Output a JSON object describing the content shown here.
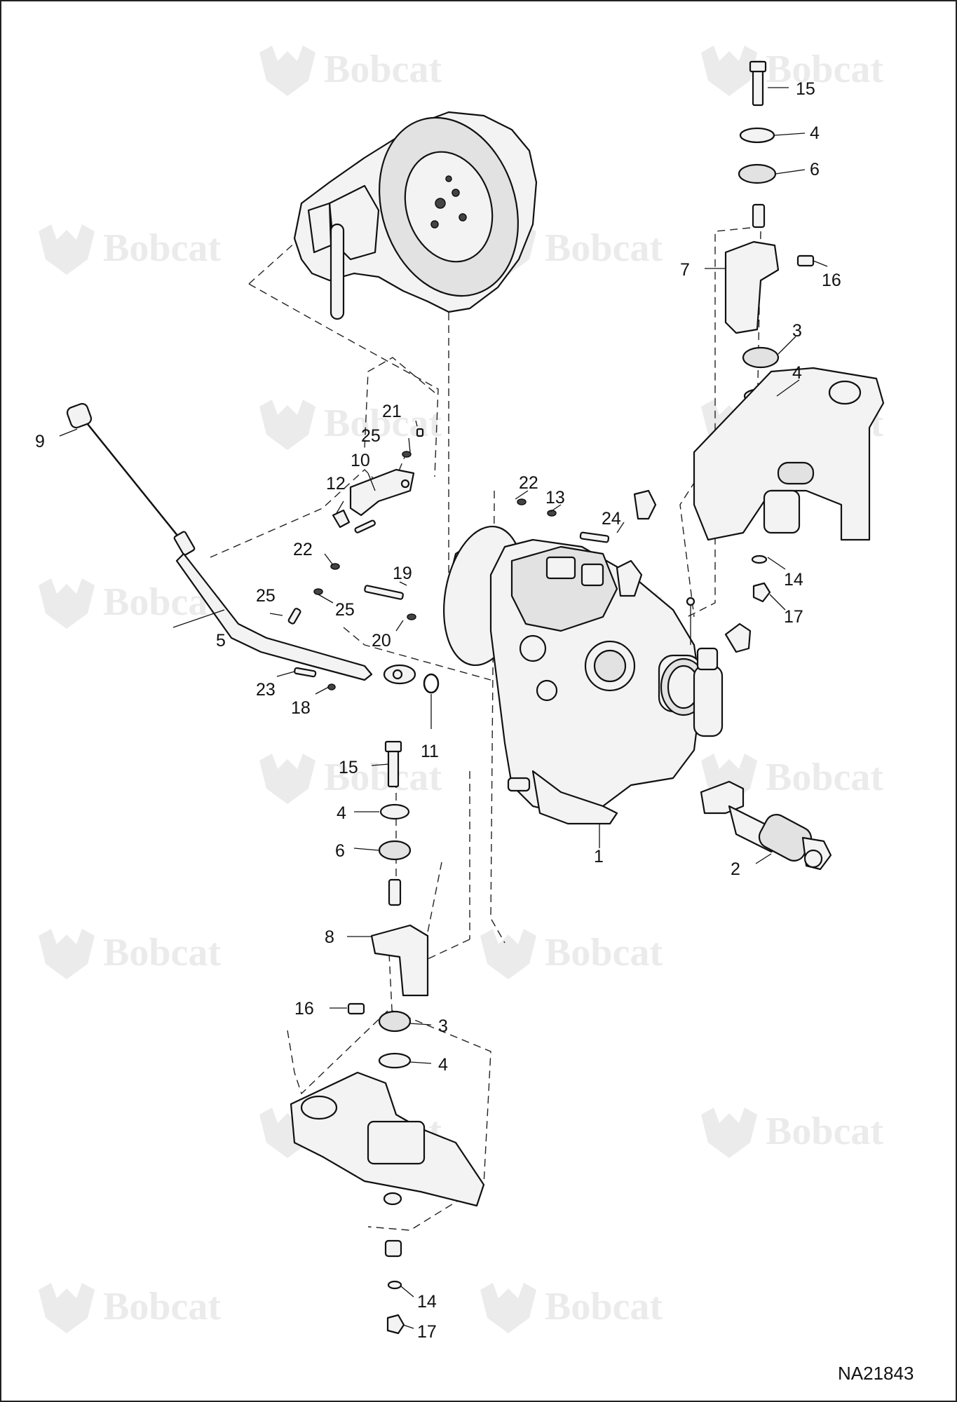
{
  "watermark": {
    "brand": "Bobcat",
    "color": "#ebebeb"
  },
  "document_id": "NA21843",
  "callouts": [
    {
      "id": "c15a",
      "label": "15"
    },
    {
      "id": "c4a",
      "label": "4"
    },
    {
      "id": "c6a",
      "label": "6"
    },
    {
      "id": "c7",
      "label": "7"
    },
    {
      "id": "c16a",
      "label": "16"
    },
    {
      "id": "c3a",
      "label": "3"
    },
    {
      "id": "c4b",
      "label": "4"
    },
    {
      "id": "c21",
      "label": "21"
    },
    {
      "id": "c25a",
      "label": "25"
    },
    {
      "id": "c9",
      "label": "9"
    },
    {
      "id": "c10",
      "label": "10"
    },
    {
      "id": "c12",
      "label": "12"
    },
    {
      "id": "c22a",
      "label": "22"
    },
    {
      "id": "c25b",
      "label": "25"
    },
    {
      "id": "c24",
      "label": "24"
    },
    {
      "id": "c14a",
      "label": "14"
    },
    {
      "id": "c17a",
      "label": "17"
    },
    {
      "id": "c22b",
      "label": "22"
    },
    {
      "id": "c13",
      "label": "13"
    },
    {
      "id": "c19",
      "label": "19"
    },
    {
      "id": "c25c",
      "label": "25"
    },
    {
      "id": "c20",
      "label": "20"
    },
    {
      "id": "c5",
      "label": "5"
    },
    {
      "id": "c23",
      "label": "23"
    },
    {
      "id": "c18",
      "label": "18"
    },
    {
      "id": "c11",
      "label": "11"
    },
    {
      "id": "c15b",
      "label": "15"
    },
    {
      "id": "c4c",
      "label": "4"
    },
    {
      "id": "c6b",
      "label": "6"
    },
    {
      "id": "c1",
      "label": "1"
    },
    {
      "id": "c2",
      "label": "2"
    },
    {
      "id": "c8",
      "label": "8"
    },
    {
      "id": "c16b",
      "label": "16"
    },
    {
      "id": "c3b",
      "label": "3"
    },
    {
      "id": "c4d",
      "label": "4"
    },
    {
      "id": "c14b",
      "label": "14"
    },
    {
      "id": "c17b",
      "label": "17"
    }
  ]
}
